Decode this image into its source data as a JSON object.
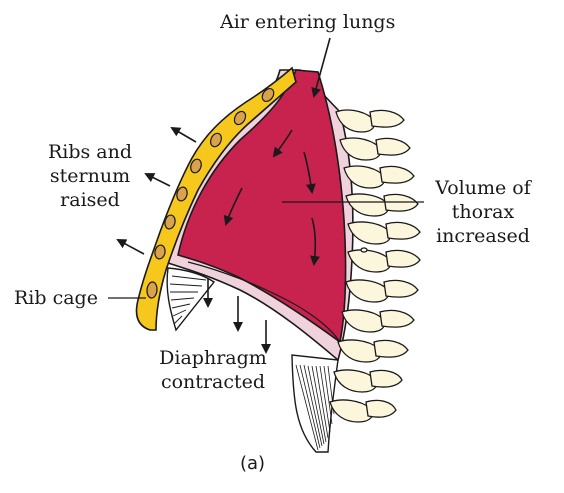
{
  "labels": {
    "air_entering_lungs": "Air entering lungs",
    "ribs_and_sternum_raised": [
      "Ribs and",
      "sternum",
      "raised"
    ],
    "volume_of_thorax_increased": [
      "Volume of",
      "thorax",
      "increased"
    ],
    "rib_cage": "Rib cage",
    "diaphragm_contracted": [
      "Diaphragm",
      "contracted"
    ],
    "caption": "(a)"
  },
  "colors": {
    "lung": "#c8234f",
    "pleura": "#efd2dc",
    "ribs": "#f6c81e",
    "rib_holes": "#d9a24d",
    "vertebrae": "#fbf6dc",
    "outline": "#1a1a1a"
  }
}
